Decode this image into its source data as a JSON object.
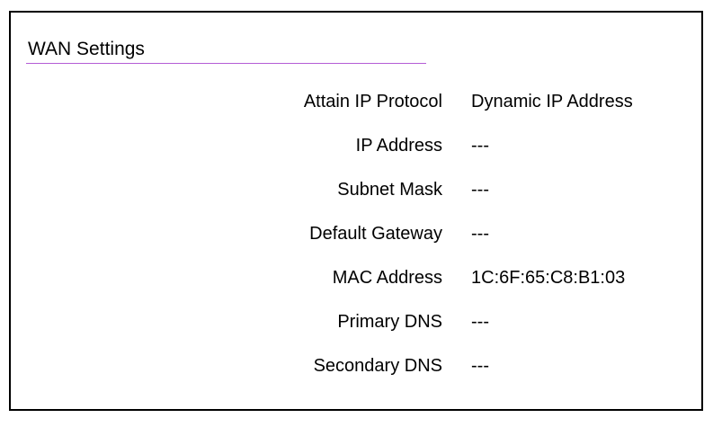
{
  "section": {
    "title": "WAN Settings",
    "accent_color": "#b45cd6"
  },
  "rows": [
    {
      "label": "Attain IP Protocol",
      "value": "Dynamic IP Address"
    },
    {
      "label": "IP Address",
      "value": "---"
    },
    {
      "label": "Subnet Mask",
      "value": "---"
    },
    {
      "label": "Default Gateway",
      "value": "---"
    },
    {
      "label": "MAC Address",
      "value": "1C:6F:65:C8:B1:03"
    },
    {
      "label": "Primary DNS",
      "value": "---"
    },
    {
      "label": "Secondary DNS",
      "value": "---"
    }
  ]
}
